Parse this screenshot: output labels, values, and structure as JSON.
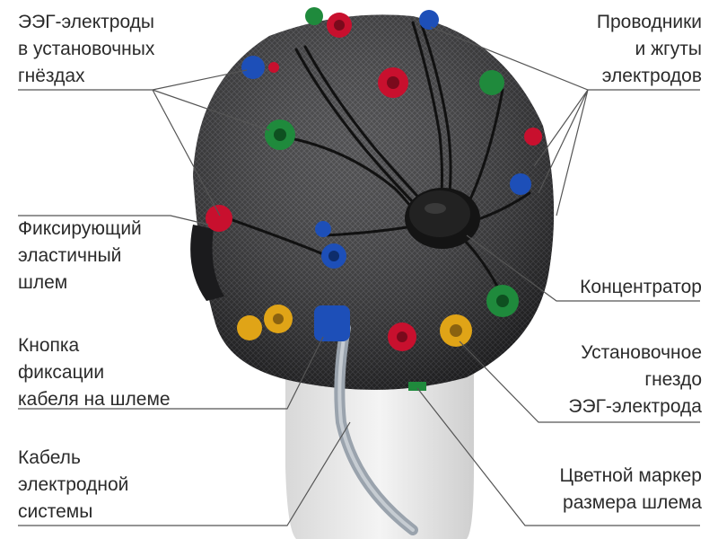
{
  "labels": {
    "electrodes_in_sockets": "ЭЭГ-электроды\nв установочных\nгнёздах",
    "elastic_cap": "Фиксирующий\nэластичный\nшлем",
    "cable_fixing_button": "Кнопка\nфиксации\nкабеля на шлеме",
    "electrode_cable": "Кабель\nэлектродной\nсистемы",
    "wires_and_harnesses": "Проводники\nи жгуты\nэлектродов",
    "concentrator": "Концентратор",
    "electrode_socket": "Установочное\nгнездо\nЭЭГ-электрода",
    "size_marker": "Цветной маркер\nразмера шлема"
  },
  "colors": {
    "mesh": "#2a2a2c",
    "mannequin": "#e9e9e9",
    "electrode_red": "#c8102e",
    "electrode_green": "#1f8a3c",
    "electrode_blue": "#1d4fb8",
    "electrode_yellow": "#e0a417",
    "cable": "#9aa3ad",
    "leader_line": "#555555"
  }
}
